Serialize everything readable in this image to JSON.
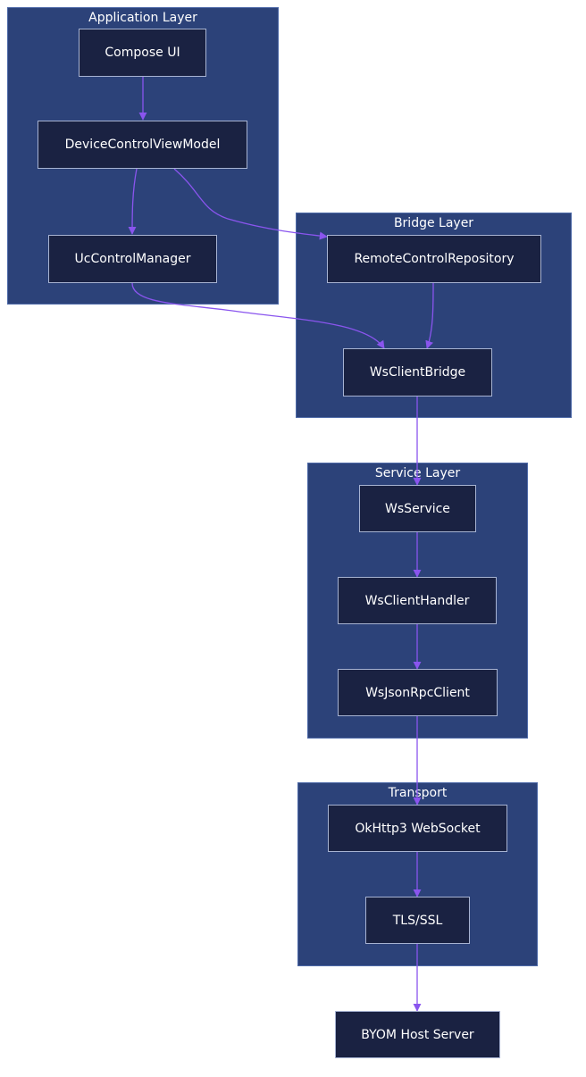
{
  "clusters": {
    "application": "Application Layer",
    "bridge": "Bridge Layer",
    "service": "Service Layer",
    "transport": "Transport"
  },
  "nodes": {
    "compose_ui": "Compose UI",
    "device_control_view_model": "DeviceControlViewModel",
    "uc_control_manager": "UcControlManager",
    "remote_control_repository": "RemoteControlRepository",
    "ws_client_bridge": "WsClientBridge",
    "ws_service": "WsService",
    "ws_client_handler": "WsClientHandler",
    "ws_json_rpc_client": "WsJsonRpcClient",
    "okhttp3_websocket": "OkHttp3 WebSocket",
    "tls_ssl": "TLS/SSL",
    "byom_host_server": "BYOM Host Server"
  },
  "edges": [
    {
      "from": "Compose UI",
      "to": "DeviceControlViewModel"
    },
    {
      "from": "DeviceControlViewModel",
      "to": "UcControlManager"
    },
    {
      "from": "DeviceControlViewModel",
      "to": "RemoteControlRepository"
    },
    {
      "from": "UcControlManager",
      "to": "WsClientBridge"
    },
    {
      "from": "RemoteControlRepository",
      "to": "WsClientBridge"
    },
    {
      "from": "WsClientBridge",
      "to": "WsService"
    },
    {
      "from": "WsService",
      "to": "WsClientHandler"
    },
    {
      "from": "WsClientHandler",
      "to": "WsJsonRpcClient"
    },
    {
      "from": "WsJsonRpcClient",
      "to": "OkHttp3 WebSocket"
    },
    {
      "from": "OkHttp3 WebSocket",
      "to": "TLS/SSL"
    },
    {
      "from": "TLS/SSL",
      "to": "BYOM Host Server"
    }
  ],
  "colors": {
    "cluster_fill": "#2c4279",
    "node_fill": "#1a2242",
    "node_border": "#a7b3d2",
    "edge": "#8a55ee",
    "text": "#ffffff"
  }
}
